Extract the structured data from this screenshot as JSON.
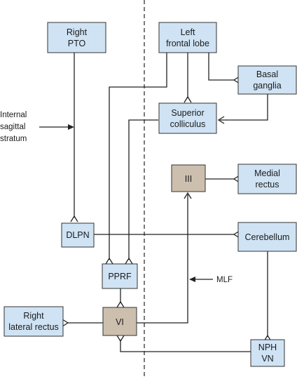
{
  "colors": {
    "box_blue": "#cfe3f4",
    "box_brown": "#cdbfae",
    "stroke": "#333333",
    "line": "#222222"
  },
  "boxes": {
    "right_pto": [
      "Right",
      "PTO"
    ],
    "left_frontal_lobe": [
      "Left",
      "frontal lobe"
    ],
    "basal_ganglia": [
      "Basal",
      "ganglia"
    ],
    "superior_colliculus": [
      "Superior",
      "colliculus"
    ],
    "cn_iii": [
      "III"
    ],
    "medial_rectus": [
      "Medial",
      "rectus"
    ],
    "dlpn": [
      "DLPN"
    ],
    "cerebellum": [
      "Cerebellum"
    ],
    "pprf": [
      "PPRF"
    ],
    "right_lateral_rectus": [
      "Right",
      "lateral rectus"
    ],
    "cn_vi": [
      "VI"
    ],
    "nph_vn": [
      "NPH",
      "VN"
    ]
  },
  "labels": {
    "internal_sagittal_stratum": [
      "Internal",
      "sagittal",
      "stratum"
    ],
    "mlf": "MLF"
  }
}
